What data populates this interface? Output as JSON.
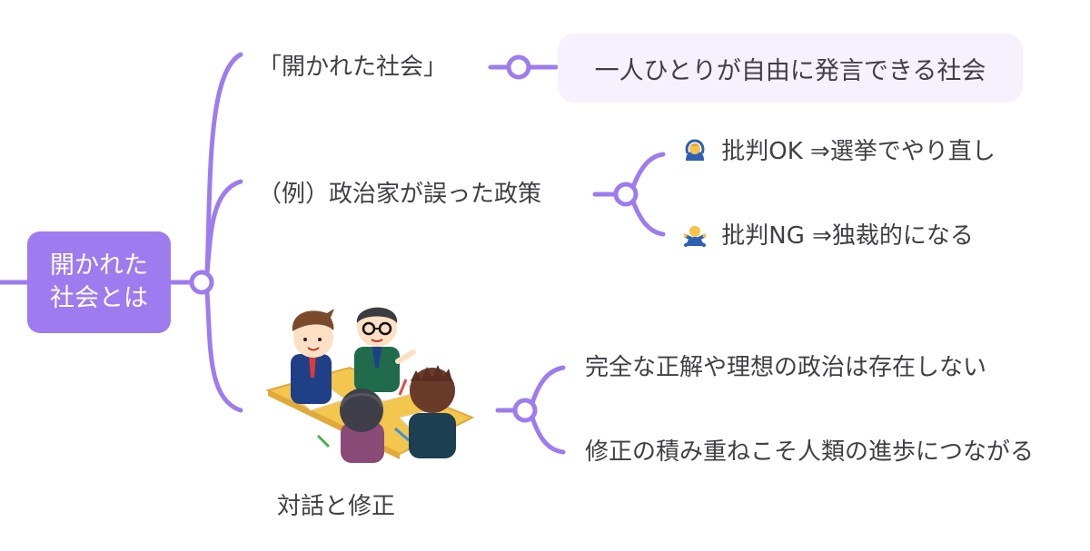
{
  "mindmap": {
    "accent_color": "#9e7bef",
    "pill_background": "#f7f1fe",
    "text_color": "#3f3f46",
    "root": {
      "line1": "開かれた",
      "line2": "社会とは"
    },
    "branches": [
      {
        "label": "「開かれた社会」",
        "children": [
          {
            "label": "一人ひとりが自由に発言できる社会"
          }
        ]
      },
      {
        "label": "（例）政治家が誤った政策",
        "children": [
          {
            "emoji": "person-gesturing-ok",
            "label": "批判OK ⇒選挙でやり直し"
          },
          {
            "emoji": "person-gesturing-no",
            "label": "批判NG ⇒独裁的になる"
          }
        ]
      },
      {
        "label": "対話と修正",
        "image": "meeting-illustration",
        "children": [
          {
            "label": "完全な正解や理想の政治は存在しない"
          },
          {
            "label": "修正の積み重ねこそ人類の進歩につながる"
          }
        ]
      }
    ]
  }
}
